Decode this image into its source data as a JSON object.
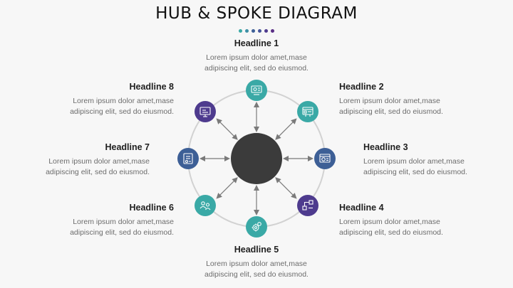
{
  "title": "HUB & SPOKE DIAGRAM",
  "colors": {
    "teal": "#3aa9a6",
    "blue": "#3d5f96",
    "purple": "#4e3b8e",
    "hub": "#3b3b3b",
    "ring": "#d2d2d2",
    "arrow": "#7a7a7a",
    "dots": [
      "#3aa9a6",
      "#3d8fa6",
      "#3d5f96",
      "#45549a",
      "#4e3b8e",
      "#5a2f86"
    ]
  },
  "headlines": [
    {
      "title": "Headline 1",
      "text": "Lorem ipsum dolor amet,mase adipiscing elit, sed do eiusmod.",
      "icon": "presentation-icon"
    },
    {
      "title": "Headline 2",
      "text": "Lorem ipsum dolor amet,mase adipiscing elit, sed do eiusmod.",
      "icon": "dashboard-icon"
    },
    {
      "title": "Headline 3",
      "text": "Lorem ipsum dolor amet,mase adipiscing elit, sed do eiusmod.",
      "icon": "analytics-icon"
    },
    {
      "title": "Headline 4",
      "text": "Lorem ipsum dolor amet,mase adipiscing elit, sed do eiusmod.",
      "icon": "workflow-icon"
    },
    {
      "title": "Headline 5",
      "text": "Lorem ipsum dolor amet,mase adipiscing elit, sed do eiusmod.",
      "icon": "settings-icon"
    },
    {
      "title": "Headline 6",
      "text": "Lorem ipsum dolor amet,mase adipiscing elit, sed do eiusmod.",
      "icon": "people-icon"
    },
    {
      "title": "Headline 7",
      "text": "Lorem ipsum dolor amet,mase adipiscing elit, sed do eiusmod.",
      "icon": "report-icon"
    },
    {
      "title": "Headline 8",
      "text": "Lorem ipsum dolor amet,mase adipiscing elit, sed do eiusmod.",
      "icon": "monitor-icon"
    }
  ]
}
